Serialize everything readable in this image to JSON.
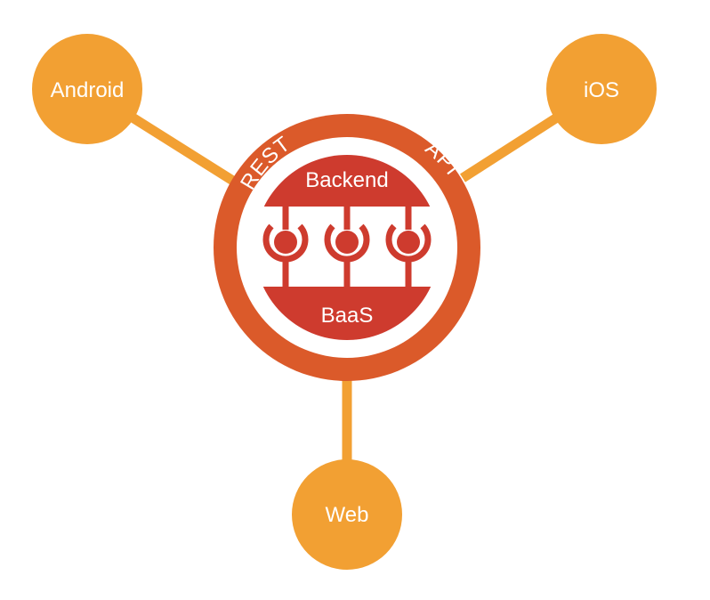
{
  "diagram": {
    "nodes": {
      "android": "Android",
      "ios": "iOS",
      "web": "Web"
    },
    "ring": {
      "left_label": "REST",
      "right_label": "API"
    },
    "core": {
      "top_label": "Backend",
      "bottom_label": "BaaS"
    },
    "colors": {
      "node": "#F2A033",
      "connector": "#F2A033",
      "ring": "#DB5A2A",
      "core": "#CE3B2E",
      "background": "#FFFFFF"
    },
    "icons": [
      "database-plug-icon",
      "database-plug-icon",
      "database-plug-icon"
    ]
  }
}
